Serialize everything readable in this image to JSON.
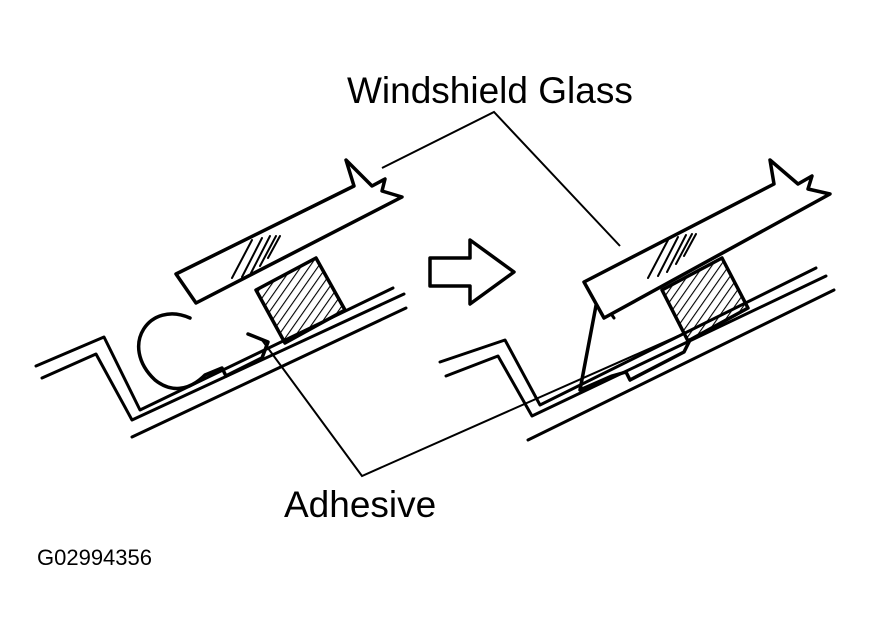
{
  "labels": {
    "windshield_glass": "Windshield Glass",
    "adhesive": "Adhesive",
    "figure_code": "G02994356"
  },
  "colors": {
    "ink": "#000000",
    "background": "#ffffff"
  },
  "icons": {
    "arrow": "right-arrow-icon"
  }
}
